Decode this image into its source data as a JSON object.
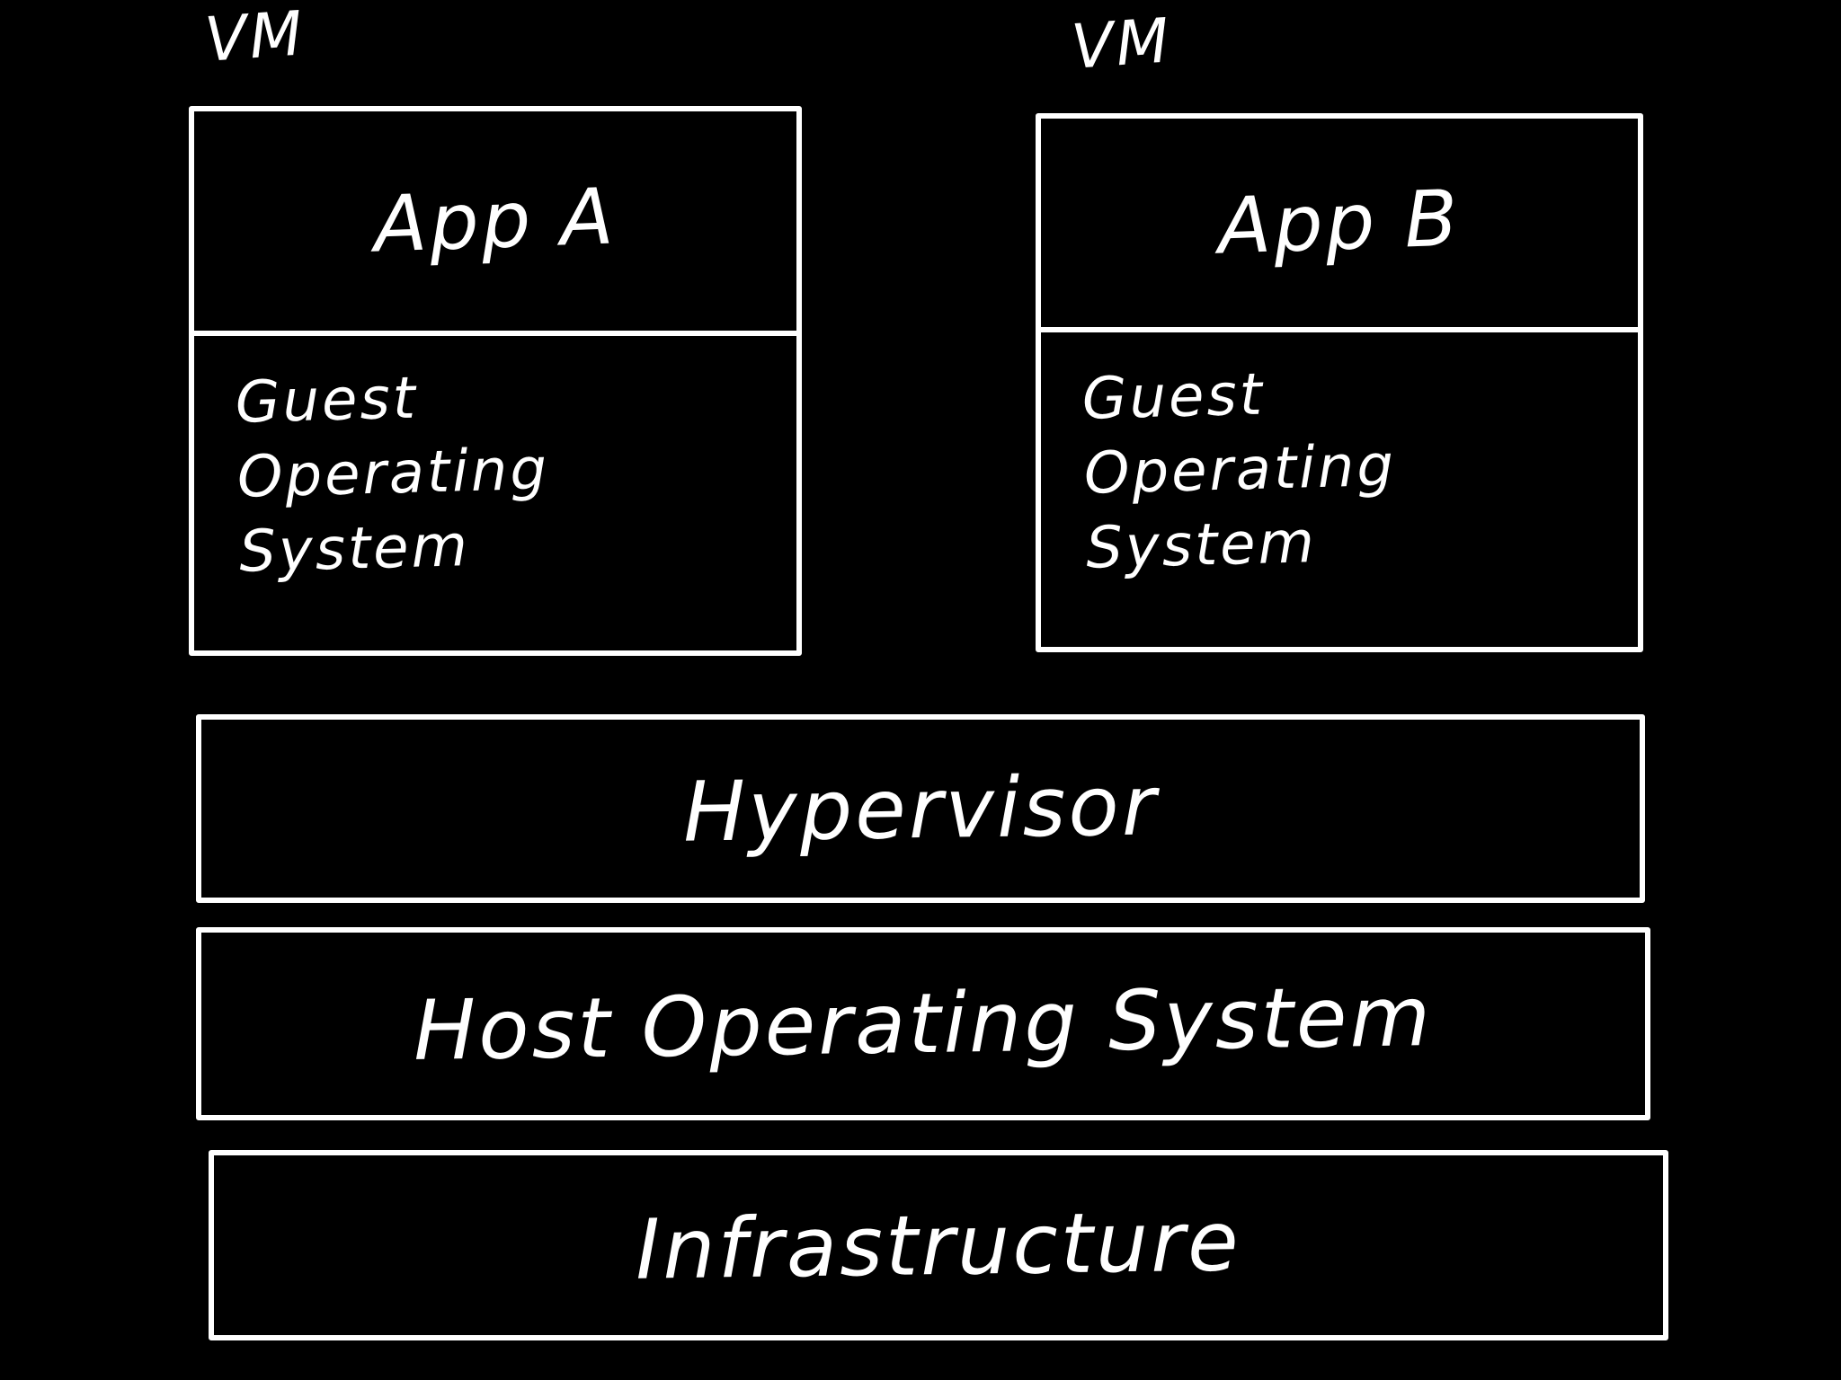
{
  "diagram": {
    "type": "virtualization-architecture",
    "colors": {
      "background": "#000000",
      "stroke": "#ffffff",
      "text": "#ffffff"
    },
    "vms": [
      {
        "label": "VM",
        "app": "App A",
        "os": "Guest Operating System"
      },
      {
        "label": "VM",
        "app": "App B",
        "os": "Guest Operating System"
      }
    ],
    "layers": [
      {
        "label": "Hypervisor"
      },
      {
        "label": "Host Operating System"
      },
      {
        "label": "Infrastructure"
      }
    ]
  }
}
